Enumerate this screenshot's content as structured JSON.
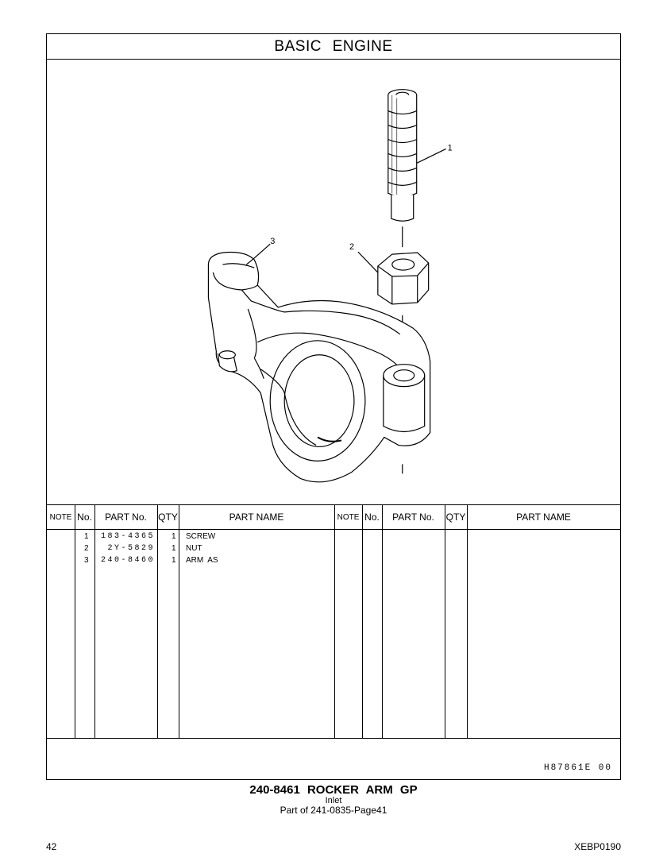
{
  "title": "BASIC   ENGINE",
  "callouts": [
    "1",
    "2",
    "3"
  ],
  "table_headers": {
    "note": "NOTE",
    "no": "No.",
    "part_no": "PART No.",
    "qty": "QTY",
    "part_name": "PART NAME"
  },
  "parts": [
    {
      "no": "1",
      "part_no": "183-4365",
      "qty": "1",
      "name": "SCREW"
    },
    {
      "no": "2",
      "part_no": " 2Y-5829",
      "qty": "1",
      "name": "NUT"
    },
    {
      "no": "3",
      "part_no": "240-8460",
      "qty": "1",
      "name": "ARM  AS"
    }
  ],
  "drawing_code": "H87861E  00",
  "caption": {
    "main": "240-8461  ROCKER ARM GP",
    "sub": "Inlet",
    "part_of": "Part of 241-0835-Page41"
  },
  "page_number": "42",
  "doc_number": "XEBP0190"
}
